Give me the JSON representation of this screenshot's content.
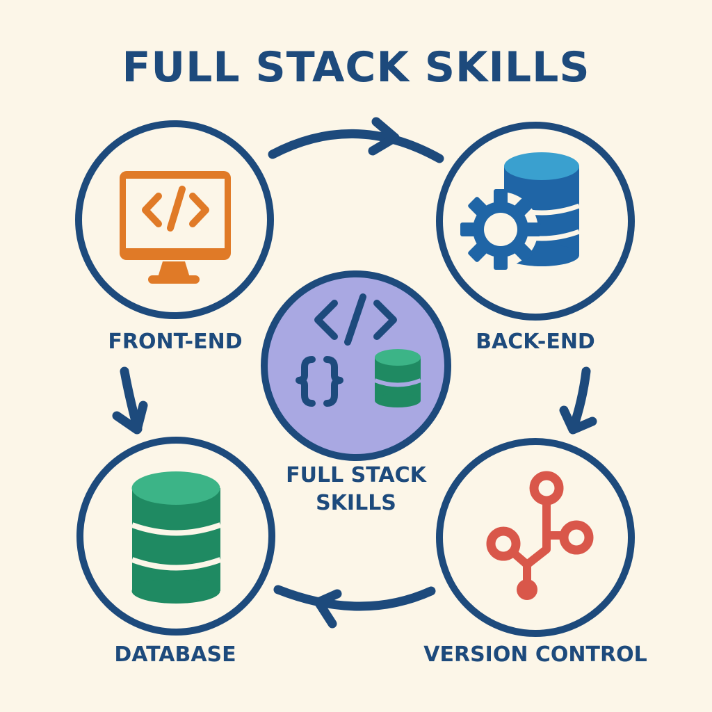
{
  "title": "FULL STACK SKILLS",
  "colors": {
    "background": "#fcf6e8",
    "navy": "#1d4a7c",
    "orange": "#e07a27",
    "blue_dark": "#1f65a6",
    "blue_light": "#3aa0cf",
    "purple": "#a9a8e2",
    "green_dark": "#1f8a62",
    "green_light": "#3cb487",
    "red": "#d9574a"
  },
  "nodes": [
    {
      "id": "front-end",
      "label": "FRONT-END",
      "icon": "monitor-code-icon"
    },
    {
      "id": "back-end",
      "label": "BACK-END",
      "icon": "gear-database-icon"
    },
    {
      "id": "database",
      "label": "DATABASE",
      "icon": "database-icon"
    },
    {
      "id": "version-control",
      "label": "VERSION CONTROL",
      "icon": "git-branch-icon"
    }
  ],
  "center": {
    "label_line1": "FULL STACK",
    "label_line2": "SKILLS",
    "icons": [
      "code-tag-icon",
      "curly-braces-icon",
      "database-icon"
    ]
  },
  "flow": [
    {
      "from": "front-end",
      "to": "back-end"
    },
    {
      "from": "front-end",
      "to": "database"
    },
    {
      "from": "back-end",
      "to": "version-control"
    },
    {
      "from": "version-control",
      "to": "database"
    }
  ]
}
